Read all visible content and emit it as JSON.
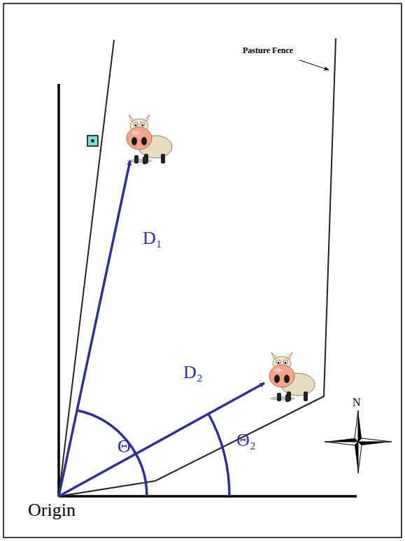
{
  "diagram": {
    "labels": [
      "Pasture Fence",
      "D₁",
      "D₂",
      "Θ₁",
      "Θ₂",
      "N",
      "Origin"
    ]
  }
}
